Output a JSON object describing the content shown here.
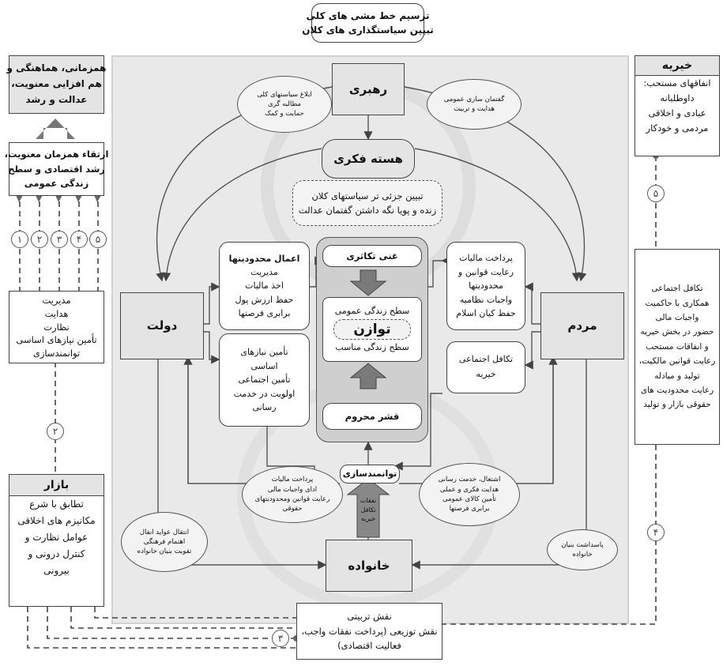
{
  "top_box": {
    "lines": [
      "ترسیم خط مشی های کلی",
      "تبیین سیاستگذاری های کلان"
    ]
  },
  "left_top_box": {
    "lines": [
      "همزمانی، هماهنگی و",
      "هم افزایی معنویت،",
      "عدالت و رشد"
    ]
  },
  "left_mid_box": {
    "lines": [
      "ارتقاء همزمان معنویت،",
      "رشد اقتصادی و سطح",
      "زندگی عمومی"
    ]
  },
  "left_circles": [
    "۱",
    "۲",
    "۳",
    "۴",
    "۵"
  ],
  "left_gov_box": {
    "lines": [
      "مدیریت",
      "هدایت",
      "نظارت",
      "تأمین نیازهای اساسی",
      "توانمندسازی"
    ]
  },
  "left_circle_2": "۲",
  "bazar_box": {
    "title": "بازار",
    "lines": [
      "تطابق با شرع",
      "مکانیزم های اخلاقی",
      "عوامل نظارت و",
      "کنترل درونی و",
      "بیرونی"
    ]
  },
  "khayriyeh_box": {
    "title": "خیریه",
    "lines": [
      "انفاقهای مستحب:",
      "داوطلبانه",
      "عبادی و اخلاقی",
      "مردمی و خودکار"
    ]
  },
  "right_circle_5": "۵",
  "right_mid_box": {
    "lines": [
      "تکافل اجتماعی",
      "همکاری با حاکمیت",
      "واجبات مالی",
      "حضور در بخش خیریه",
      "و انفاقات مستحب",
      "رعایت قوانین مالکیت،",
      "تولید و مبادله",
      "رعایت محدودیت های",
      "حقوقی بازار و تولید"
    ]
  },
  "right_circle_4": "۴",
  "bottom_box": {
    "lines": [
      "نقش تربیتی",
      "نقش توزیعی (پرداخت نفقات واجب،",
      "فعالیت اقتصادی)"
    ]
  },
  "bottom_circle_3": "۳",
  "rahbari": "رهبری",
  "hasteh_fekri": "هسته فکری",
  "hasteh_desc": {
    "lines": [
      "تبیین جزئی تر سیاستهای کلان",
      "زنده و پویا نگه داشتن گفتمان عدالت"
    ]
  },
  "dowlat": "دولت",
  "mardom": "مردم",
  "khanevadeh": "خانواده",
  "cloud_left_top": {
    "lines": [
      "ابلاغ سیاستهای کلی",
      "مطالبه گری",
      "حمایت و کمک"
    ]
  },
  "cloud_right_top": {
    "lines": [
      "گفتمان سازی عمومی",
      "هدایت و تربیت"
    ]
  },
  "dowlat_box1": {
    "title": "اعمال محدودیتها",
    "lines": [
      "مدیریت",
      "اخذ مالیات",
      "حفظ ارزش پول",
      "برابری فرصتها"
    ]
  },
  "dowlat_box2": {
    "lines": [
      "تأمین نیازهای",
      "اساسی",
      "تأمین اجتماعی",
      "اولویت در خدمت",
      "رسانی"
    ]
  },
  "mardom_box1": {
    "lines": [
      "پرداخت مالیات",
      "رعایت قوانین و",
      "محدودیتها",
      "واجبات نظامیه",
      "حفظ کیان اسلام"
    ]
  },
  "mardom_box2": {
    "lines": [
      "تکافل اجتماعی",
      "خیریه"
    ]
  },
  "center": {
    "ghani": "غنی تکاثری",
    "sath_omumi": "سطح زندگی عمومی",
    "tavazon": "توازن",
    "sath_monaseb": "سطح زندگی مناسب",
    "qeshr": "قشر محروم"
  },
  "tavanmandsazi": "توانمندسازی",
  "cloud_left_bottom": {
    "lines": [
      "پرداخت مالیات",
      "ادای واجبات مالی",
      "رعایت قوانین ومحدودیتهای",
      "حقوقی"
    ]
  },
  "cloud_right_bottom": {
    "lines": [
      "اشتغال، خدمت رسانی",
      "هدایت فکری و عملی",
      "تأمین کالای عمومی",
      "برابری فرصتها"
    ]
  },
  "arrow_label": {
    "lines": [
      "نفقات",
      "تکافل",
      "خیریه"
    ]
  },
  "cloud_family_left": {
    "lines": [
      "انتقال عواید انفال",
      "اهتمام فرهنگی",
      "تقویت بنیان خانواده"
    ]
  },
  "cloud_family_right": {
    "lines": [
      "پاسداشت بنیان",
      "خانواده"
    ]
  }
}
